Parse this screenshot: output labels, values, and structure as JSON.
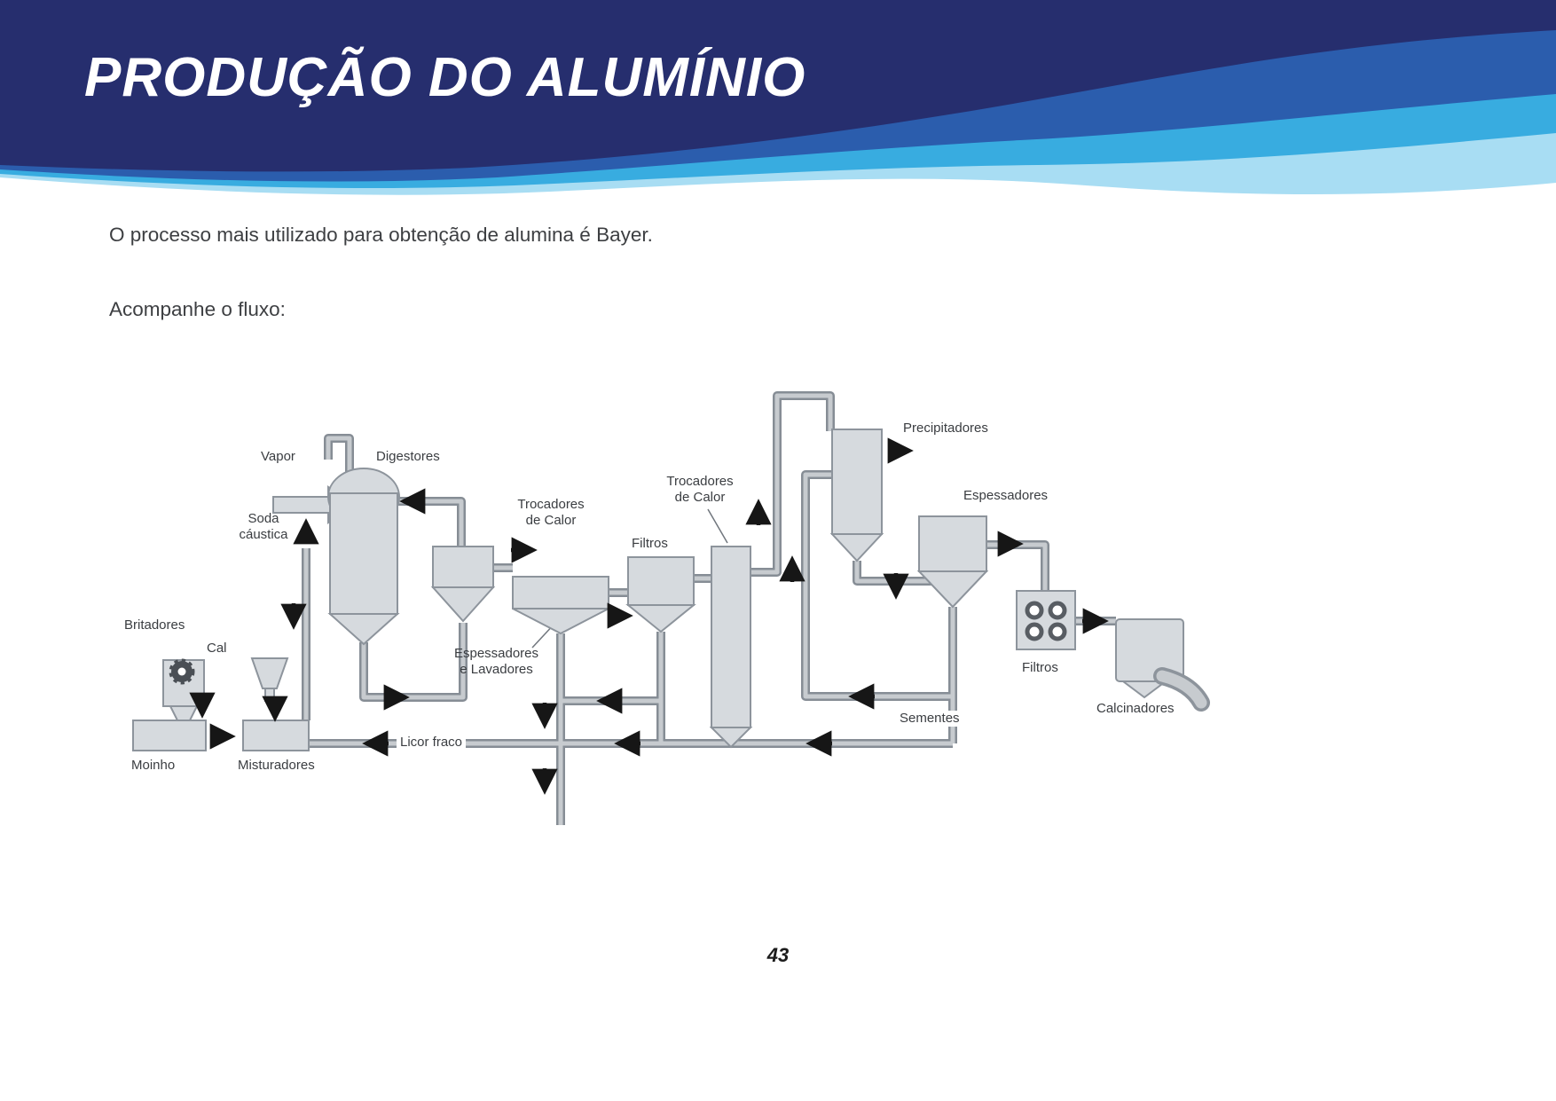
{
  "page": {
    "title": "PRODUÇÃO DO ALUMÍNIO",
    "intro": "O processo mais utilizado para obtenção de alumina é Bayer.",
    "follow": "Acompanhe o fluxo:",
    "page_number": "43"
  },
  "colors": {
    "navy": "#262e6e",
    "blue": "#2b5dad",
    "light_blue": "#38ace0",
    "pale_blue": "#a8ddf3"
  },
  "diagram": {
    "labels": {
      "vapor": "Vapor",
      "digestores": "Digestores",
      "soda_caustica": "Soda\ncáustica",
      "britadores": "Britadores",
      "cal": "Cal",
      "moinho": "Moinho",
      "misturadores": "Misturadores",
      "trocadores1": "Trocadores\nde Calor",
      "espessadores_lavadores": "Espessadores\ne Lavadores",
      "filtros1": "Filtros",
      "trocadores2": "Trocadores\nde Calor",
      "licor_fraco": "Licor fraco",
      "precipitadores": "Precipitadores",
      "espessadores": "Espessadores",
      "sementes": "Sementes",
      "filtros2": "Filtros",
      "calcinadores": "Calcinadores"
    }
  }
}
